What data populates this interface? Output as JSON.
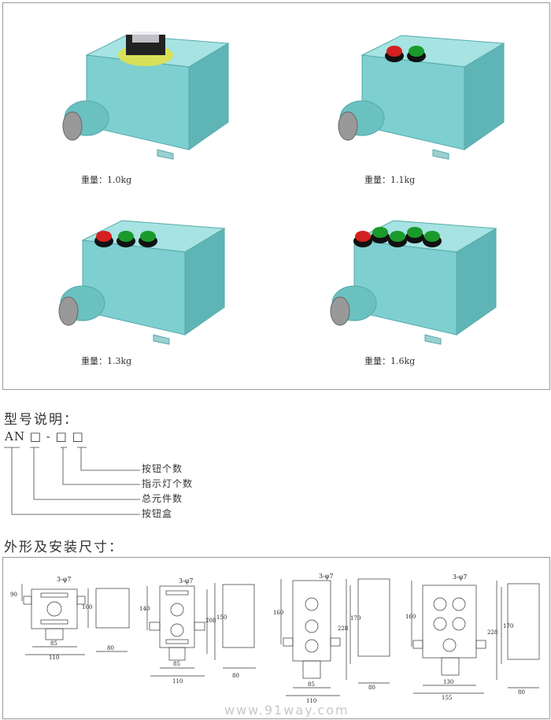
{
  "products": [
    {
      "weight": "重量：1.0kg",
      "buttons": [
        "stop"
      ]
    },
    {
      "weight": "重量：1.1kg",
      "buttons": [
        "#d42020",
        "#1a9a2a"
      ]
    },
    {
      "weight": "重量：1.3kg",
      "buttons": [
        "#d42020",
        "#1a9a2a",
        "#1a9a2a"
      ]
    },
    {
      "weight": "重量：1.6kg",
      "buttons": [
        "#d42020",
        "#1a9a2a",
        "#1a9a2a",
        "#1a9a2a",
        "#1a9a2a"
      ]
    }
  ],
  "model": {
    "title": "型号说明：",
    "code": "AN □ - □ □",
    "legend": [
      "按钮个数",
      "指示灯个数",
      "总元件数",
      "按钮盒"
    ]
  },
  "dimensions": {
    "title": "外形及安装尺寸：",
    "drawings": [
      {
        "hole": "3-φ7",
        "height": "90",
        "side_height": "100",
        "inner_width": "85",
        "outer_width": "110",
        "depth": "80"
      },
      {
        "hole": "3-φ7",
        "height": "140",
        "side_height": "208",
        "side_inner": "150",
        "inner_width": "85",
        "outer_width": "110",
        "depth": "80"
      },
      {
        "hole": "3-φ7",
        "height": "160",
        "side_height": "228",
        "side_inner": "170",
        "inner_width": "85",
        "outer_width": "110",
        "depth": "80"
      },
      {
        "hole": "3-φ7",
        "height": "160",
        "side_height": "228",
        "side_inner": "170",
        "inner_width": "130",
        "outer_width": "155",
        "depth": "80"
      }
    ]
  },
  "watermark": "www.91way.com",
  "colors": {
    "box": "#7ecfd0",
    "border": "#9a9a9a"
  }
}
